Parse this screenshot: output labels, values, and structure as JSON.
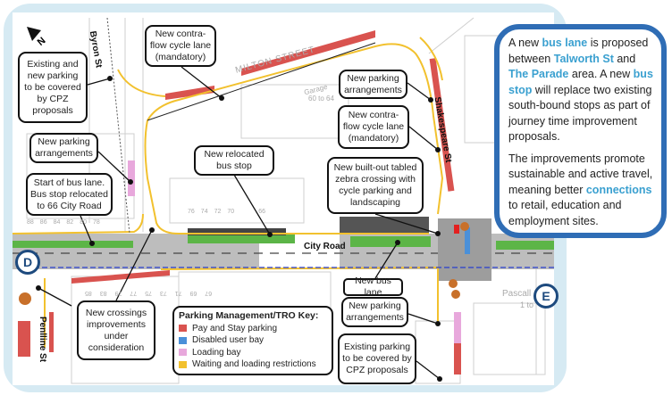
{
  "colors": {
    "frame": "#d6eaf3",
    "info_border": "#2f6db5",
    "highlight": "#3aa0d0",
    "bus_lane": "#5cb547",
    "road": "#bdbdbd",
    "pay_stay": "#d9534f",
    "disabled": "#4a90d9",
    "loading": "#e8a8dc",
    "waiting": "#f2c12e"
  },
  "info": {
    "p1": [
      {
        "t": "A new ",
        "hl": false
      },
      {
        "t": "bus lane",
        "hl": true
      },
      {
        "t": " is proposed between ",
        "hl": false
      },
      {
        "t": "Talworth St",
        "hl": true
      },
      {
        "t": " and ",
        "hl": false
      },
      {
        "t": "The Parade",
        "hl": true
      },
      {
        "t": " area. A new ",
        "hl": false
      },
      {
        "t": "bus stop",
        "hl": true
      },
      {
        "t": " will replace two existing south-bound stops as part of journey time improvement proposals.",
        "hl": false
      }
    ],
    "p2": [
      {
        "t": "The improvements promote sustainable and active travel, meaning better ",
        "hl": false
      },
      {
        "t": "connections",
        "hl": true
      },
      {
        "t": " to retail, education and employment sites.",
        "hl": false
      }
    ]
  },
  "streets": {
    "byron": "Byron St",
    "milton": "MILTON STREET",
    "shakespeare": "Shakespeare St",
    "city_road": "City Road",
    "penlline": "Penlline St",
    "pascall": "Pascall",
    "pascall_nums": "1 to",
    "garage": "Garage",
    "garage_nums": "60 to 64"
  },
  "house_numbers": [
    "88",
    "86",
    "84",
    "82",
    "80",
    "78",
    "76",
    "74",
    "72",
    "70",
    "66",
    "85",
    "83",
    "79",
    "77",
    "75",
    "73",
    "71",
    "69",
    "67"
  ],
  "markers": {
    "d": "D",
    "e": "E"
  },
  "callouts": {
    "contraflow_top": "New contra-flow cycle lane (mandatory)",
    "cpz_left": "Existing and new parking to be covered by CPZ proposals",
    "parking_left": "New parking arrangements",
    "bus_lane_start": "Start of bus lane. Bus stop relocated to 66 City Road",
    "relocated_stop": "New relocated bus stop",
    "zebra": "New built-out tabled zebra crossing with cycle parking and landscaping",
    "parking_right_top": "New parking arrangements",
    "contraflow_right": "New contra-flow cycle lane (mandatory)",
    "new_bus_lane": "New bus lane",
    "parking_right_bottom": "New parking arrangements",
    "cpz_right": "Existing parking to be covered by CPZ proposals",
    "crossings": "New crossings improvements under consideration"
  },
  "key": {
    "title": "Parking Management/TRO Key:",
    "items": [
      {
        "label": "Pay and Stay parking",
        "color": "#d9534f"
      },
      {
        "label": "Disabled user bay",
        "color": "#4a90d9"
      },
      {
        "label": "Loading bay",
        "color": "#e8a8dc"
      },
      {
        "label": "Waiting and loading restrictions",
        "color": "#f2c12e"
      }
    ]
  }
}
